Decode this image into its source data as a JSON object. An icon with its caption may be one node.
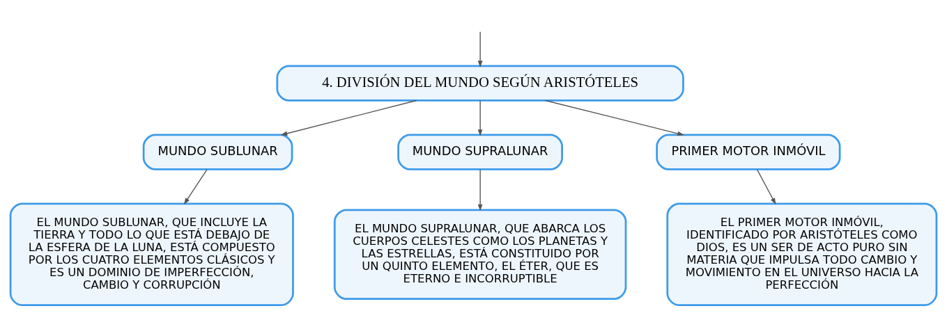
{
  "diagram": {
    "nodes": [
      {
        "text": [
          "4. DIVISIÓN DEL MUNDO SEGÚN ARISTÓTELES"
        ]
      },
      {
        "text": [
          "MUNDO SUBLUNAR"
        ]
      },
      {
        "text": [
          "MUNDO SUPRALUNAR"
        ]
      },
      {
        "text": [
          "PRIMER MOTOR INMÓVIL"
        ]
      },
      {
        "text": [
          "EL MUNDO SUBLUNAR, QUE INCLUYE LA TIERRA Y TODO LO QUE ESTÁ DEBAJO DE LA ESFERA DE LA LUNA, ESTÁ COMPUESTO POR LOS CUATRO ELEMENTOS CLÁSICOS Y ES UN DOMINIO DE IMPERFECCIÓN, CAMBIO Y CORRUPCIÓN"
        ]
      },
      {
        "text": [
          "EL MUNDO SUPRALUNAR, QUE ABARCA LOS CUERPOS CELESTES COMO LOS PLANETAS Y LAS ESTRELLAS, ESTÁ CONSTITUIDO POR UN QUINTO ELEMENTO, EL ÉTER, QUE ES ETERNO E INCORRUPTIBLE"
        ]
      },
      {
        "text": [
          "EL PRIMER MOTOR INMÓVIL, IDENTIFICADO POR ARISTÓTELES COMO DIOS, ES UN SER DE ACTO PURO SIN MATERIA QUE IMPULSA TODO CAMBIO Y MOVIMIENTO EN EL UNIVERSO HACIA LA PERFECCIÓN"
        ]
      }
    ],
    "edges": [
      {
        "from": null,
        "to": 0,
        "arrow": "to"
      },
      {
        "from": 0,
        "to": 1,
        "arrow": "to"
      },
      {
        "from": 0,
        "to": 2,
        "arrow": "to"
      },
      {
        "from": 0,
        "to": 3,
        "arrow": "to"
      },
      {
        "from": 1,
        "to": 4,
        "arrow": "to"
      },
      {
        "from": 2,
        "to": 5,
        "arrow": "to"
      },
      {
        "from": 3,
        "to": 6,
        "arrow": "to"
      }
    ]
  }
}
